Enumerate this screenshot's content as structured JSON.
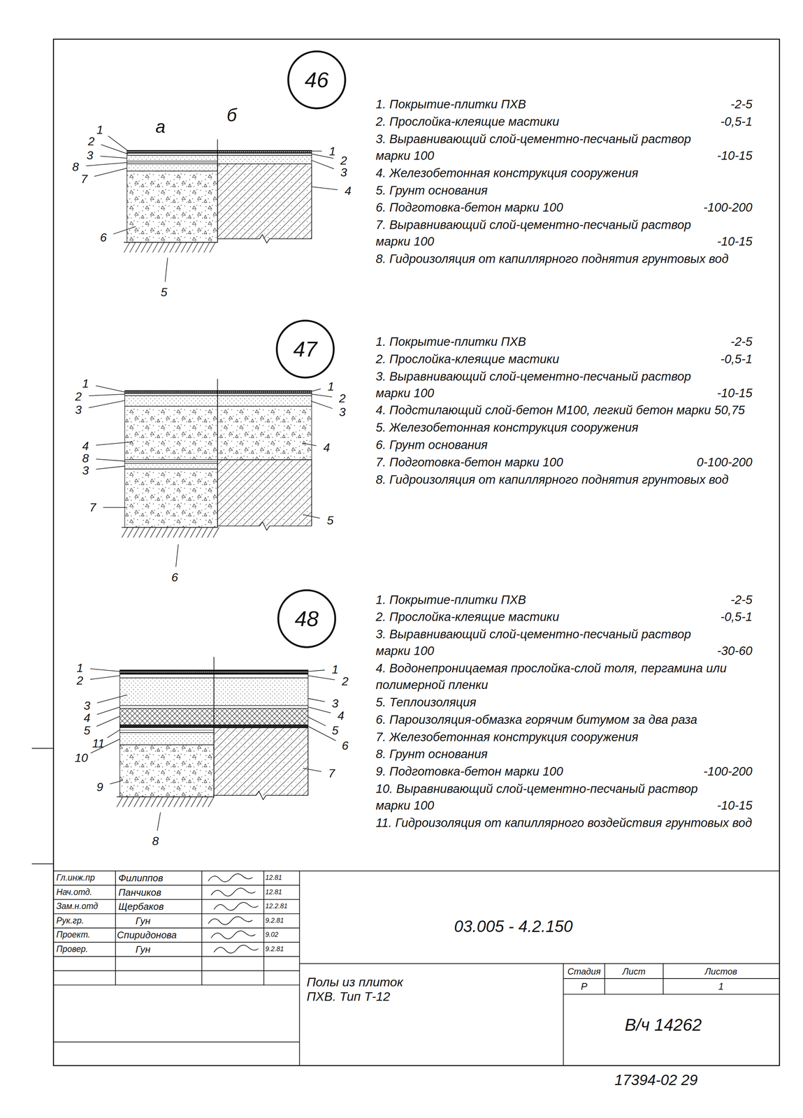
{
  "diagram": {
    "nodes": [
      {
        "text": [
          "46"
        ]
      },
      {
        "text": [
          "47"
        ]
      },
      {
        "text": [
          "48"
        ]
      }
    ],
    "labels": [
      "а",
      "б",
      "1",
      "2",
      "3",
      "8",
      "7",
      "6",
      "5",
      "1",
      "2",
      "3",
      "4",
      "1. Покрытие-плитки ПХВ",
      "-2-5",
      "2. Прослойка-клеящие мастики",
      "-0,5-1",
      "3. Выравнивающий слой-цементно-песчаный раствор марки 100",
      "-10-15",
      "4. Железобетонная конструкция сооружения",
      "5. Грунт основания",
      "6. Подготовка-бетон марки 100",
      "-100-200",
      "7. Выравнивающий слой-цементно-песчаный раствор марки 100",
      "-10-15",
      "8. Гидроизоляция от капиллярного поднятия грунтовых вод",
      "1",
      "2",
      "3",
      "4",
      "8",
      "3",
      "7",
      "6",
      "1",
      "2",
      "3",
      "4",
      "5",
      "1. Покрытие-плитки ПХВ",
      "-2-5",
      "2. Прослойка-клеящие мастики",
      "-0,5-1",
      "3. Выравнивающий слой-цементно-песчаный раствор марки 100",
      "-10-15",
      "4. Подстилающий слой-бетон М100, легкий бетон марки 50,75",
      "5. Железобетонная конструкция сооружения",
      "6. Грунт основания",
      "7. Подготовка-бетон марки 100",
      "0-100-200",
      "8. Гидроизоляция от капиллярного поднятия грунтовых вод",
      "1",
      "2",
      "3",
      "4",
      "5",
      "11",
      "10",
      "9",
      "8",
      "1",
      "2",
      "3",
      "4",
      "5",
      "6",
      "7",
      "1. Покрытие-плитки ПХВ",
      "-2-5",
      "2. Прослойка-клеящие мастики",
      "-0,5-1",
      "3. Выравнивающий слой-цементно-песчаный раствор марки 100",
      "-30-60",
      "4. Водонепроницаемая прослойка-слой толя, пергамина или полимерной пленки",
      "5. Теплоизоляция",
      "6. Пароизоляция-обмазка горячим битумом за два раза",
      "7. Железобетонная конструкция сооружения",
      "8. Грунт основания",
      "9. Подготовка-бетон марки 100",
      "-100-200",
      "10. Выравнивающий слой-цементно-песчаный раствор марки 100",
      "-10-15",
      "11. Гидроизоляция от капиллярного воздействия грунтовых вод",
      "Гл.инж.пр",
      "Филиппов",
      "12.81",
      "Нач.отд.",
      "Панчиков",
      "12.81",
      "Зам.н.отд",
      "Щербаков",
      "12.2.81",
      "Рук.гр.",
      "Гун",
      "9.2.81",
      "Проект.",
      "Спиридонова",
      "9.02",
      "Провер.",
      "Гун",
      "9.2.81",
      "03.005 - 4.2.150",
      "Полы из плиток ПХВ. Тип Т-12",
      "Стадия",
      "Лист",
      "Листов",
      "Р",
      "1",
      "В/ч 14262",
      "17394-02 29"
    ]
  }
}
